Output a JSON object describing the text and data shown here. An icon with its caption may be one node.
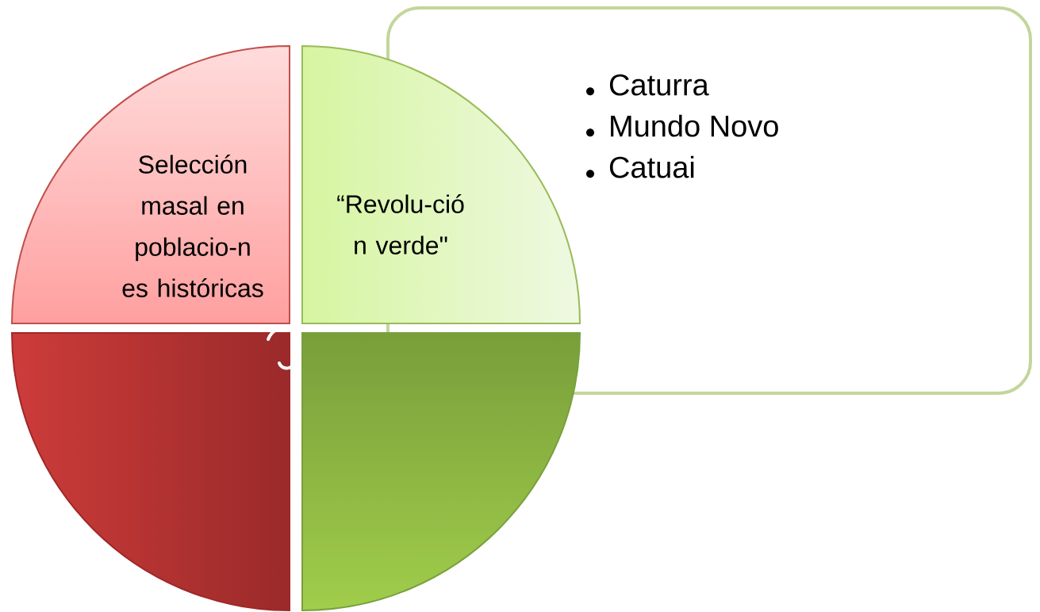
{
  "diagram": {
    "nodes": [
      {
        "text": [
          "Selección masal en poblacio-n es históricas"
        ]
      },
      {
        "text": [
          "“Revolu-ció n verde\""
        ]
      },
      {
        "text": [],
        "shape": "quarter-circle"
      },
      {
        "text": [],
        "shape": "quarter-circle"
      },
      {
        "text": [
          "Caturra",
          "Mundo Novo",
          "Catuai"
        ]
      }
    ]
  }
}
